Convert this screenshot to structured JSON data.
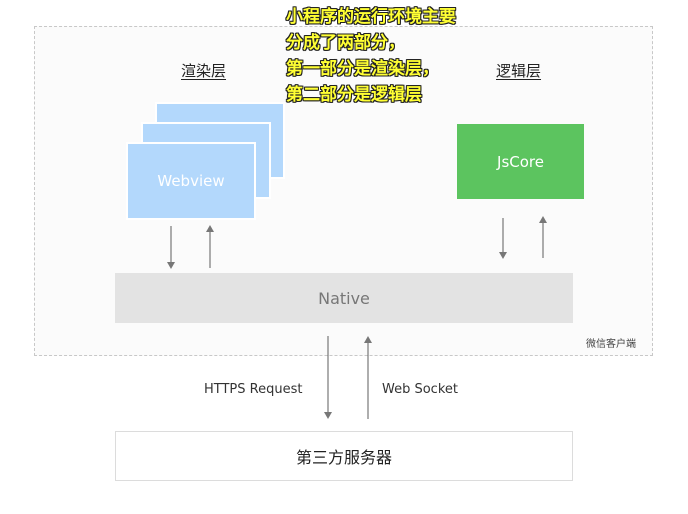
{
  "diagram": {
    "render_layer_label": "渲染层",
    "logic_layer_label": "逻辑层",
    "webview_label": "Webview",
    "jscore_label": "JsCore",
    "native_label": "Native",
    "client_label": "微信客户端",
    "https_label": "HTTPS Request",
    "websocket_label": "Web Socket",
    "server_label": "第三方服务器"
  },
  "annotation": {
    "lines": [
      "小程序的运行环境主要",
      "分成了两部分，",
      "第一部分是渲染层，",
      "第二部分是逻辑层"
    ]
  },
  "colors": {
    "webview": "#b3d8fc",
    "jscore": "#5cc45f",
    "native": "#e3e3e3",
    "annotation": "#ffff33"
  }
}
